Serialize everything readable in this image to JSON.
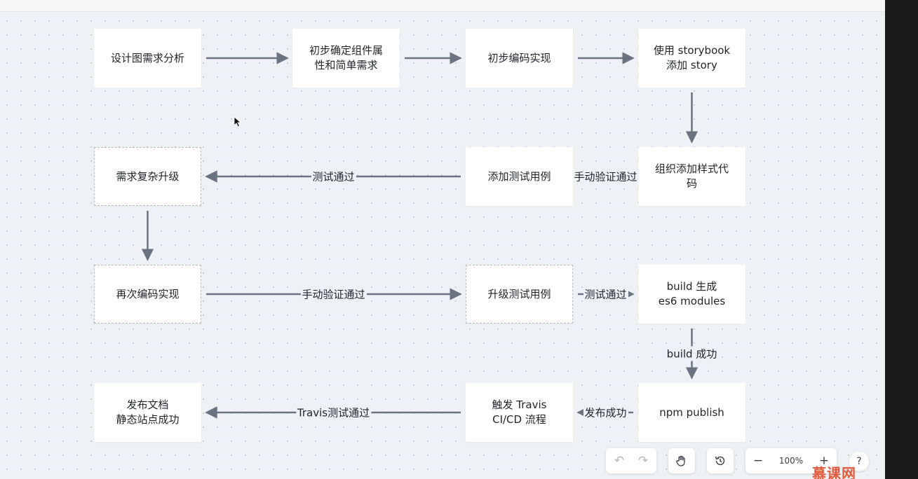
{
  "nodes": [
    {
      "id": "n1",
      "text": "设计图需求分析",
      "dashed": false
    },
    {
      "id": "n2",
      "text": "初步确定组件属\n性和简单需求",
      "dashed": false
    },
    {
      "id": "n3",
      "text": "初步编码实现",
      "dashed": false
    },
    {
      "id": "n4",
      "text": "使用 storybook\n添加 story",
      "dashed": false
    },
    {
      "id": "n5",
      "text": "组织添加样式代\n码",
      "dashed": false
    },
    {
      "id": "n6",
      "text": "添加测试用例",
      "dashed": false
    },
    {
      "id": "n7",
      "text": "需求复杂升级",
      "dashed": true
    },
    {
      "id": "n8",
      "text": "再次编码实现",
      "dashed": true
    },
    {
      "id": "n9",
      "text": "升级测试用例",
      "dashed": true
    },
    {
      "id": "n10",
      "text": "build 生成\nes6 modules",
      "dashed": false
    },
    {
      "id": "n11",
      "text": "npm publish",
      "dashed": false
    },
    {
      "id": "n12",
      "text": "触发 Travis\nCI/CD 流程",
      "dashed": false
    },
    {
      "id": "n13",
      "text": "发布文档\n静态站点成功",
      "dashed": false
    }
  ],
  "edges": [
    {
      "from": "n1",
      "to": "n2",
      "label": ""
    },
    {
      "from": "n2",
      "to": "n3",
      "label": ""
    },
    {
      "from": "n3",
      "to": "n4",
      "label": ""
    },
    {
      "from": "n4",
      "to": "n5",
      "label": ""
    },
    {
      "from": "n5",
      "to": "n6",
      "label": "手动验证通过"
    },
    {
      "from": "n6",
      "to": "n7",
      "label": "测试通过"
    },
    {
      "from": "n7",
      "to": "n8",
      "label": ""
    },
    {
      "from": "n8",
      "to": "n9",
      "label": "手动验证通过"
    },
    {
      "from": "n9",
      "to": "n10",
      "label": "测试通过"
    },
    {
      "from": "n10",
      "to": "n11",
      "label": "build 成功"
    },
    {
      "from": "n11",
      "to": "n12",
      "label": "发布成功"
    },
    {
      "from": "n12",
      "to": "n13",
      "label": "Travis测试通过"
    }
  ],
  "toolbar": {
    "undo_icon": "undo-icon",
    "redo_icon": "redo-icon",
    "hand_icon": "hand-icon",
    "history_icon": "history-icon",
    "zoom_out_label": "−",
    "zoom_level": "100%",
    "zoom_in_label": "+",
    "help_label": "?"
  },
  "watermark": "慕课网",
  "colors": {
    "canvas": "#eef1f5",
    "node": "#ffffff",
    "edge": "#6b7280",
    "watermark": "#e25a3c"
  }
}
